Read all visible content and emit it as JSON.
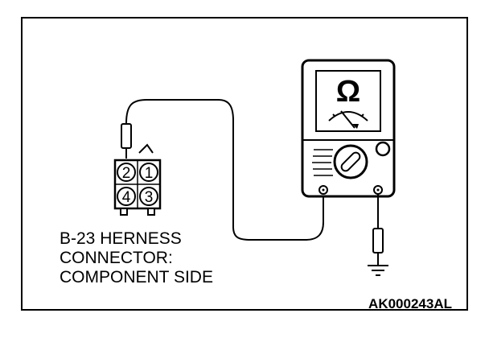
{
  "connector": {
    "pins": [
      "2",
      "1",
      "4",
      "3"
    ]
  },
  "label": {
    "lines": [
      "B-23 HERNESS",
      "CONNECTOR:",
      "COMPONENT SIDE"
    ]
  },
  "meter": {
    "symbol": "Ω"
  },
  "figure_code": "AK000243AL"
}
